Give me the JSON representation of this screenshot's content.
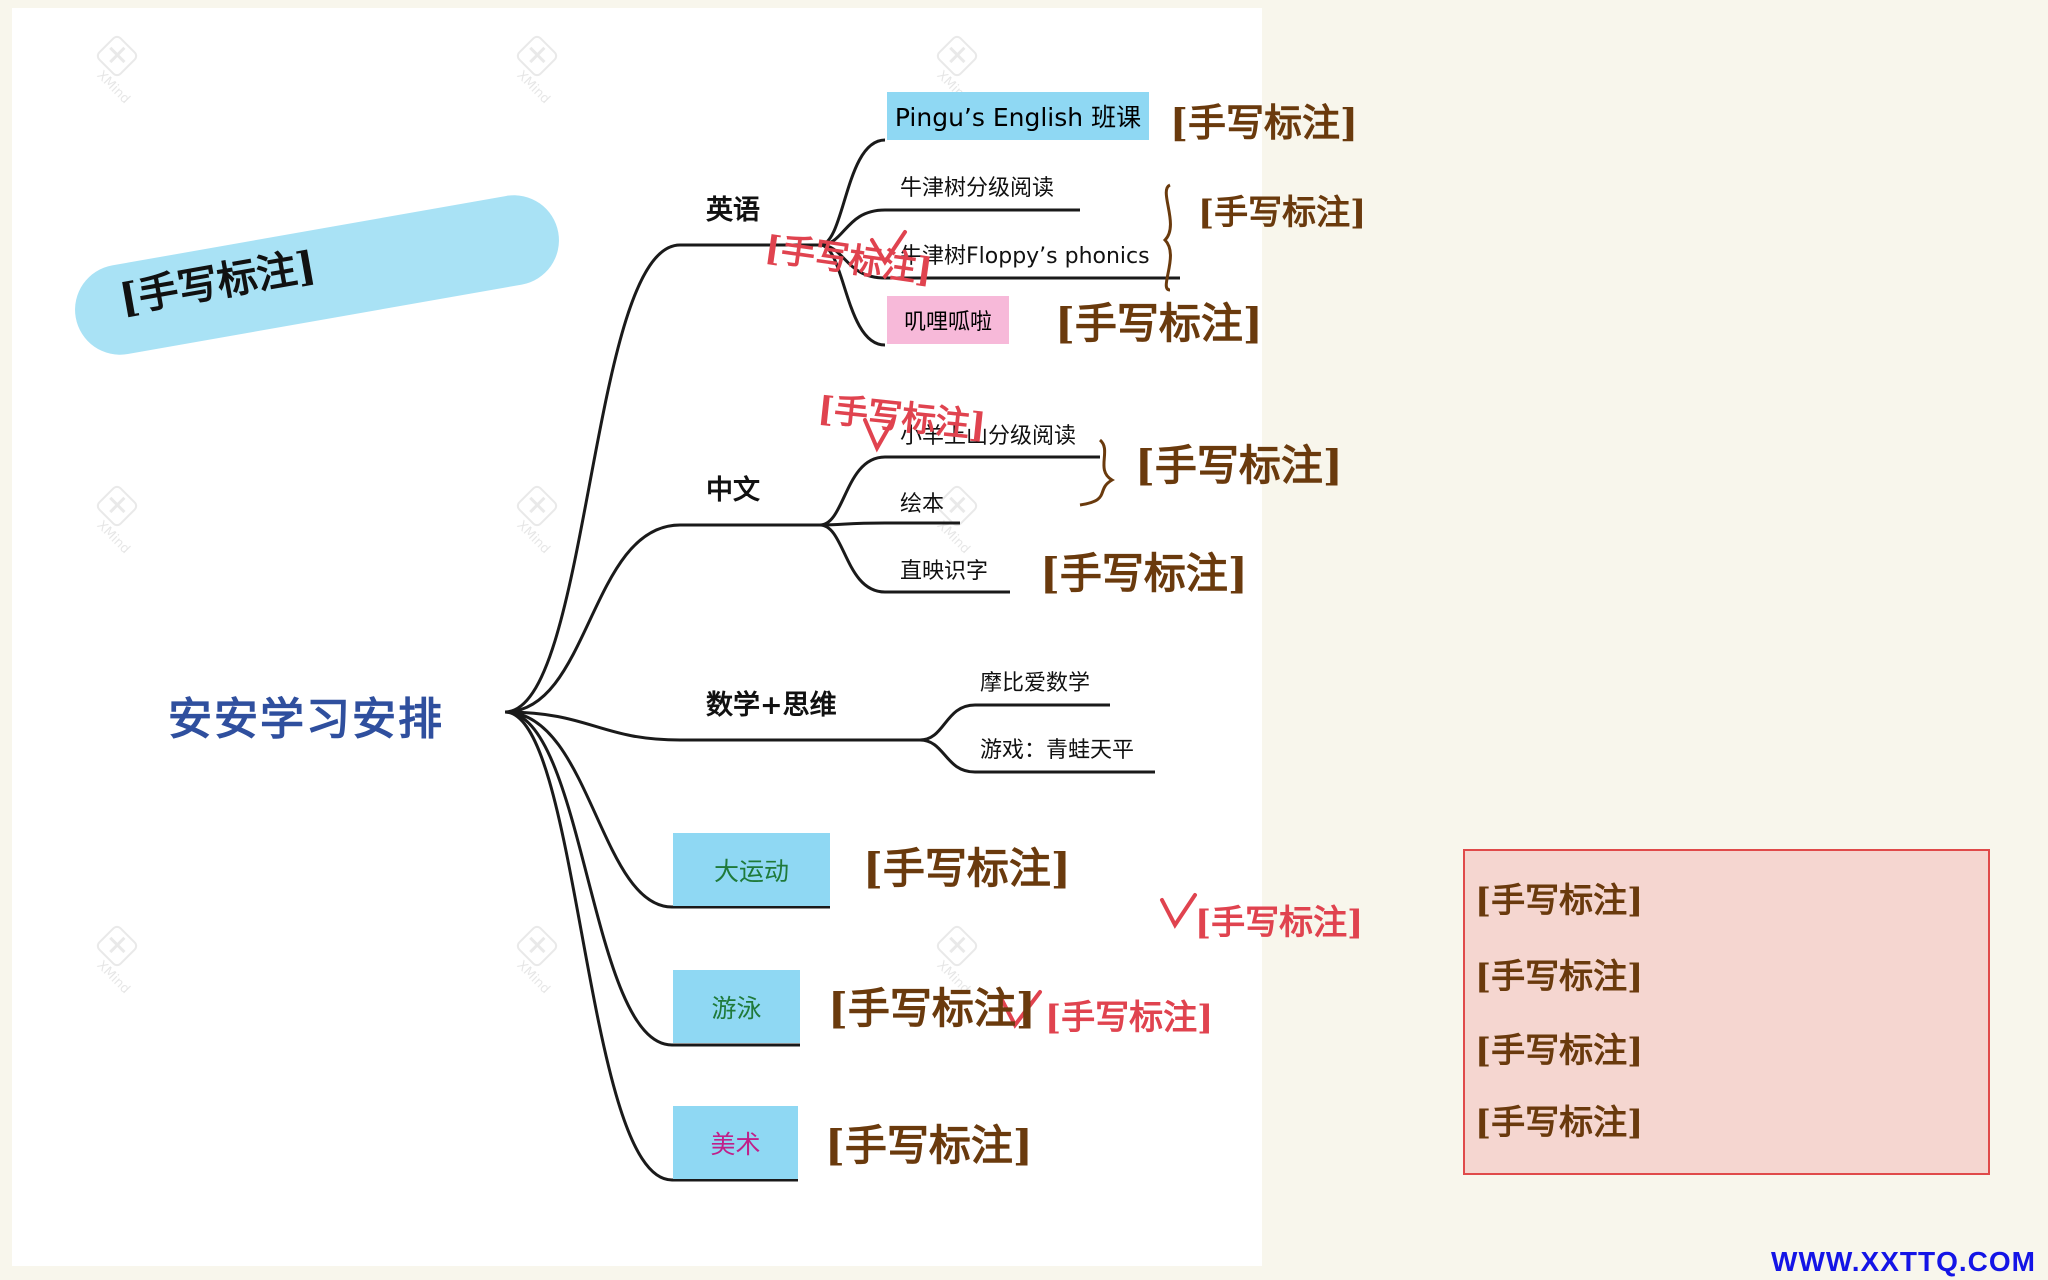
{
  "root": "安安学习安排",
  "branches": {
    "english": {
      "label": "英语",
      "items": {
        "pingu": "Pingu’s English 班课",
        "oxford_reading": "牛津树分级阅读",
        "oxford_phonics": "牛津树Floppy’s phonics",
        "jili": "叽哩呱啦"
      }
    },
    "chinese": {
      "label": "中文",
      "items": {
        "xiaoyang": "小羊上山分级阅读",
        "huiben": "绘本",
        "zhiying": "直映识字"
      }
    },
    "math": {
      "label": "数学+思维",
      "items": {
        "mobi": "摩比爱数学",
        "game": "游戏：青蛙天平"
      }
    },
    "sport": {
      "label": "大运动"
    },
    "swim": {
      "label": "游泳"
    },
    "art": {
      "label": "美术"
    }
  },
  "notes": {
    "blue_note": "[手写标注]",
    "pingu_note": "[手写标注]",
    "oxford_note": "[手写标注]",
    "jili_note": "[手写标注]",
    "chinese_note": "[手写标注]",
    "zhiying_note": "[手写标注]",
    "sport_note": "[手写标注]",
    "swim_note": "[手写标注]",
    "art_note": "[手写标注]",
    "recommend": "[手写标注]"
  },
  "summary": {
    "english": "[手写标注]",
    "chinese": "[手写标注]",
    "math": "[手写标注]",
    "art": "[手写标注]"
  },
  "watermark": "XMind",
  "site": "WWW.XXTTQ.COM",
  "colors": {
    "root": "#2f4f9e",
    "highlight_blue": "#8fd8f3",
    "highlight_pink": "#f7b9d9",
    "handwriting": "#6a3a0d",
    "recommend_red": "#e0434f",
    "summary_bg": "#f5d6d0",
    "summary_border": "#e04a4a",
    "site_link": "#1414e6"
  }
}
